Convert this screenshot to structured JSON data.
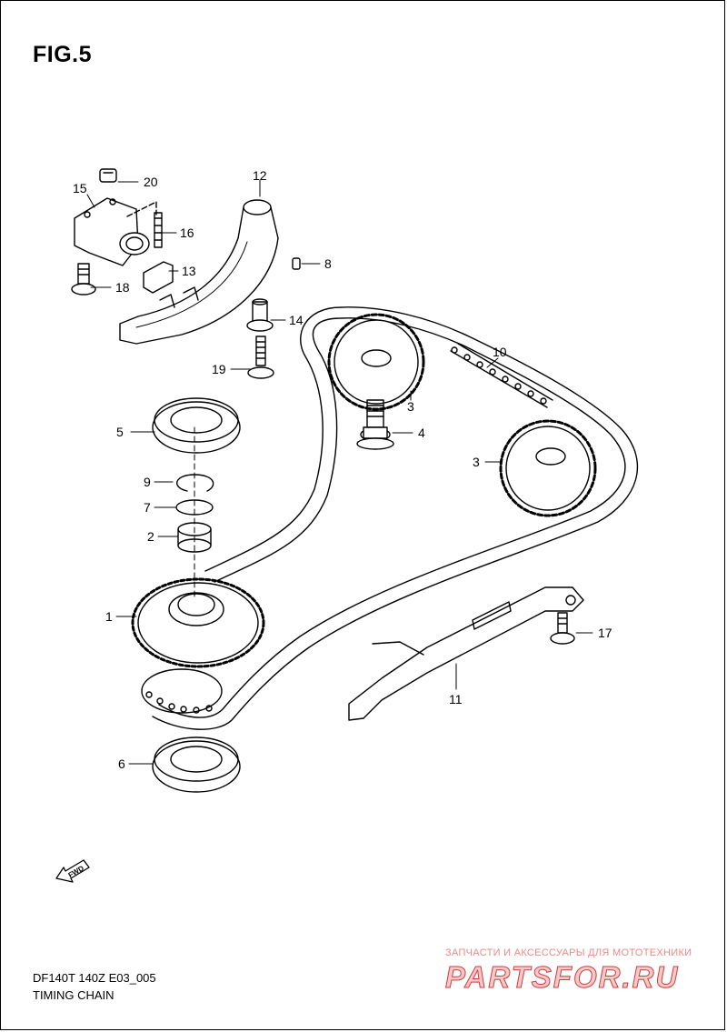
{
  "figure": {
    "title": "FIG.5"
  },
  "footer": {
    "model_code": "DF140T 140Z E03_005",
    "caption": "TIMING CHAIN"
  },
  "fwd_badge": {
    "label": "FWD"
  },
  "watermark": {
    "top_text": "ЗАПЧАСТИ И АКСЕССУАРЫ ДЛЯ МОТОТЕХНИКИ",
    "logo": "PARTSFOR.RU"
  },
  "callouts": [
    {
      "label": "20"
    },
    {
      "label": "15"
    },
    {
      "label": "16"
    },
    {
      "label": "13"
    },
    {
      "label": "18"
    },
    {
      "label": "12"
    },
    {
      "label": "8"
    },
    {
      "label": "14"
    },
    {
      "label": "19"
    },
    {
      "label": "10"
    },
    {
      "label": "3"
    },
    {
      "label": "4"
    },
    {
      "label": "3"
    },
    {
      "label": "5"
    },
    {
      "label": "9"
    },
    {
      "label": "7"
    },
    {
      "label": "2"
    },
    {
      "label": "1"
    },
    {
      "label": "17"
    },
    {
      "label": "11"
    },
    {
      "label": "6"
    }
  ]
}
